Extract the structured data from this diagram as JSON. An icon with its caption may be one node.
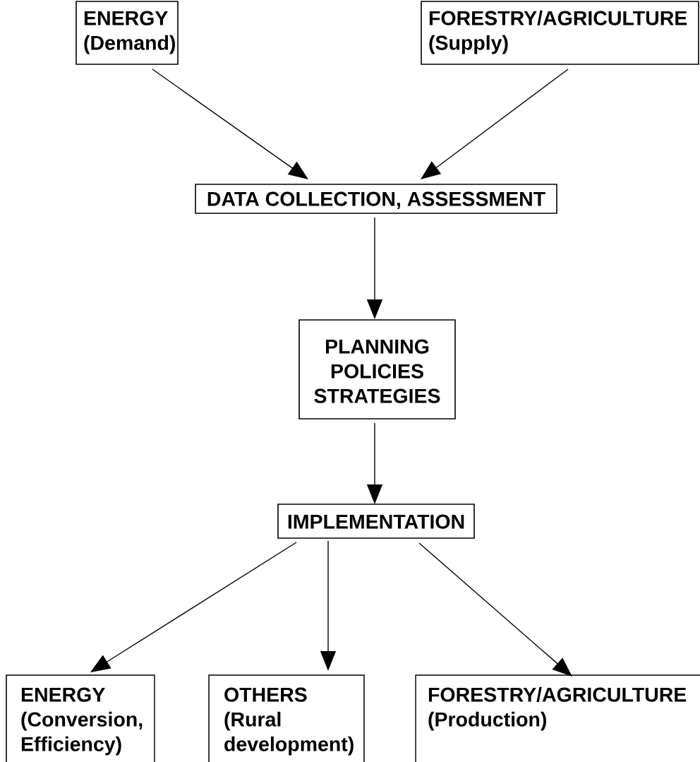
{
  "diagram": {
    "nodes": [
      {
        "text": [
          "ENERGY",
          "(Demand)"
        ]
      },
      {
        "text": [
          "FORESTRY/AGRICULTURE",
          "(Supply)"
        ]
      },
      {
        "text": [
          "DATA COLLECTION, ASSESSMENT"
        ]
      },
      {
        "text": [
          "PLANNING POLICIES STRATEGIES"
        ]
      },
      {
        "text": [
          "IMPLEMENTATION"
        ]
      },
      {
        "text": [
          "ENERGY",
          "(Conversion, Efficiency)"
        ]
      },
      {
        "text": [
          "OTHERS",
          "(Rural development)"
        ]
      },
      {
        "text": [
          "FORESTRY/AGRICULTURE",
          "(Production)"
        ]
      }
    ],
    "edges": [
      {
        "from": 0,
        "to": 2,
        "arrow": "to"
      },
      {
        "from": 1,
        "to": 2,
        "arrow": "to"
      },
      {
        "from": 2,
        "to": 3,
        "arrow": "to"
      },
      {
        "from": 3,
        "to": 4,
        "arrow": "to"
      },
      {
        "from": 4,
        "to": 5,
        "arrow": "to"
      },
      {
        "from": 4,
        "to": 6,
        "arrow": "to"
      },
      {
        "from": 4,
        "to": 7,
        "arrow": "to"
      }
    ]
  }
}
